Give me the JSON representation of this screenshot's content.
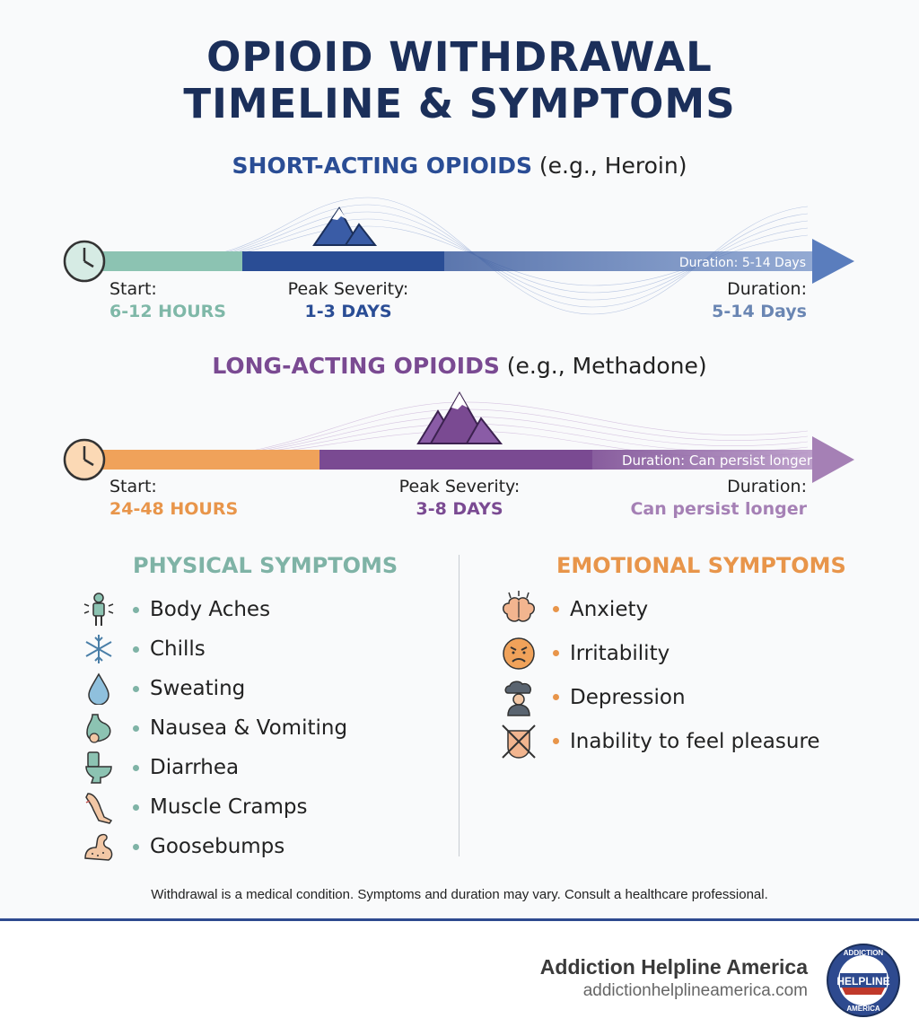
{
  "title": {
    "line1": "OPIOID WITHDRAWAL",
    "line2": "TIMELINE & SYMPTOMS"
  },
  "short_acting": {
    "heading": "SHORT-ACTING OPIOIDS",
    "example": "(e.g., Heroin)",
    "bar_text": "Duration: 5-14 Days",
    "start_label": "Start:",
    "start_value": "6-12 HOURS",
    "peak_label": "Peak Severity:",
    "peak_value": "1-3 DAYS",
    "duration_label": "Duration:",
    "duration_value": "5-14 Days",
    "colors": {
      "heading": "#2a4d95",
      "start": "#7fb8a8",
      "peak": "#2a4d95",
      "duration": "#6a86b3"
    }
  },
  "long_acting": {
    "heading": "LONG-ACTING OPIOIDS",
    "example": "(e.g., Methadone)",
    "bar_text": "Duration: Can persist longer",
    "start_label": "Start:",
    "start_value": "24-48 HOURS",
    "peak_label": "Peak Severity:",
    "peak_value": "3-8 DAYS",
    "duration_label": "Duration:",
    "duration_value": "Can persist longer",
    "colors": {
      "heading": "#7a4a92",
      "start": "#e89a4f",
      "peak": "#7a4a92",
      "duration": "#a580b5"
    }
  },
  "physical": {
    "heading": "PHYSICAL SYMPTOMS",
    "color": "#7fb3a6",
    "items": [
      {
        "label": "Body Aches",
        "icon": "body-aches-icon"
      },
      {
        "label": "Chills",
        "icon": "snowflake-icon"
      },
      {
        "label": "Sweating",
        "icon": "droplet-icon"
      },
      {
        "label": "Nausea & Vomiting",
        "icon": "stomach-icon"
      },
      {
        "label": "Diarrhea",
        "icon": "toilet-icon"
      },
      {
        "label": "Muscle Cramps",
        "icon": "leg-cramp-icon"
      },
      {
        "label": "Goosebumps",
        "icon": "arm-icon"
      }
    ]
  },
  "emotional": {
    "heading": "EMOTIONAL SYMPTOMS",
    "color": "#e8954a",
    "items": [
      {
        "label": "Anxiety",
        "icon": "brain-icon"
      },
      {
        "label": "Irritability",
        "icon": "angry-face-icon"
      },
      {
        "label": "Depression",
        "icon": "rain-cloud-person-icon"
      },
      {
        "label": "Inability to feel pleasure",
        "icon": "crossed-face-icon"
      }
    ]
  },
  "footnote": "Withdrawal is a medical condition. Symptoms and duration may vary. Consult a healthcare professional.",
  "footer": {
    "org_name": "Addiction Helpline America",
    "org_url": "addictionhelplineamerica.com",
    "logo_text_top": "ADDICTION",
    "logo_text_mid": "HELPLINE",
    "logo_text_bottom": "AMERICA"
  }
}
